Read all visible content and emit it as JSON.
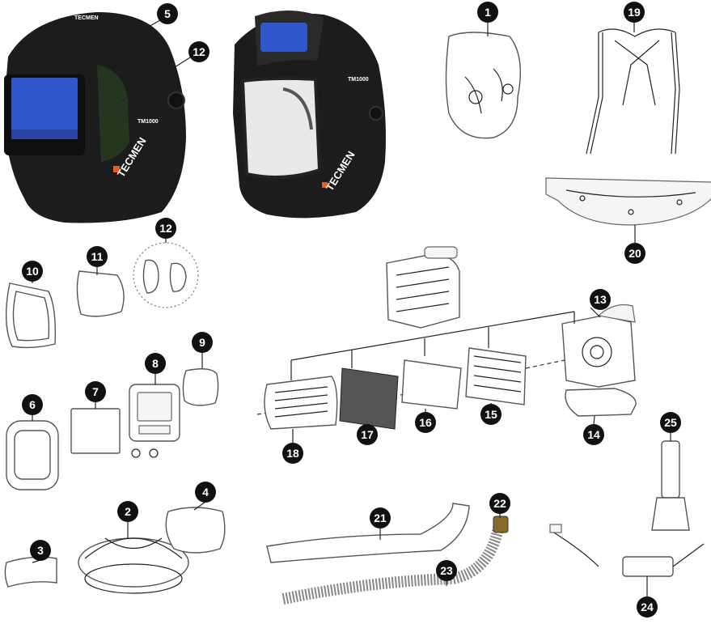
{
  "brand": {
    "name": "TECMEN",
    "model": "TM1000"
  },
  "colors": {
    "helmet": "#1c1c1c",
    "lens": "#2f57c9",
    "logo_accent": "#e85d1f",
    "callout": "#111111"
  },
  "callouts": [
    {
      "id": "c1",
      "label": "1",
      "part": "bib-icon"
    },
    {
      "id": "c2",
      "label": "2",
      "part": "headgear-icon"
    },
    {
      "id": "c3",
      "label": "3",
      "part": "sweatband-icon"
    },
    {
      "id": "c4",
      "label": "4",
      "part": "crown-pad-icon"
    },
    {
      "id": "c5",
      "label": "5",
      "part": "helmet-shell"
    },
    {
      "id": "c6",
      "label": "6",
      "part": "front-frame-icon"
    },
    {
      "id": "c7",
      "label": "7",
      "part": "outer-cover-lens-icon"
    },
    {
      "id": "c8",
      "label": "8",
      "part": "adf-cartridge-icon"
    },
    {
      "id": "c9",
      "label": "9",
      "part": "inner-cover-lens-icon"
    },
    {
      "id": "c10",
      "label": "10",
      "part": "grinding-shield-icon"
    },
    {
      "id": "c11",
      "label": "11",
      "part": "grinding-lens-icon"
    },
    {
      "id": "c12a",
      "label": "12",
      "part": "side-window"
    },
    {
      "id": "c12b",
      "label": "12",
      "part": "side-window-lenses-icon"
    },
    {
      "id": "c13",
      "label": "13",
      "part": "papr-blower-icon"
    },
    {
      "id": "c14",
      "label": "14",
      "part": "battery-icon"
    },
    {
      "id": "c15",
      "label": "15",
      "part": "carbon-filter-icon"
    },
    {
      "id": "c16",
      "label": "16",
      "part": "pre-filter-icon"
    },
    {
      "id": "c17",
      "label": "17",
      "part": "spark-arrestor-icon"
    },
    {
      "id": "c18",
      "label": "18",
      "part": "filter-cover-icon"
    },
    {
      "id": "c19",
      "label": "19",
      "part": "shoulder-harness-icon"
    },
    {
      "id": "c20",
      "label": "20",
      "part": "belt-icon"
    },
    {
      "id": "c21",
      "label": "21",
      "part": "hose-cover-icon"
    },
    {
      "id": "c22",
      "label": "22",
      "part": "hose-connector-icon"
    },
    {
      "id": "c23",
      "label": "23",
      "part": "breathing-hose-icon"
    },
    {
      "id": "c24",
      "label": "24",
      "part": "charger-icon"
    },
    {
      "id": "c25",
      "label": "25",
      "part": "airflow-indicator-icon"
    }
  ]
}
